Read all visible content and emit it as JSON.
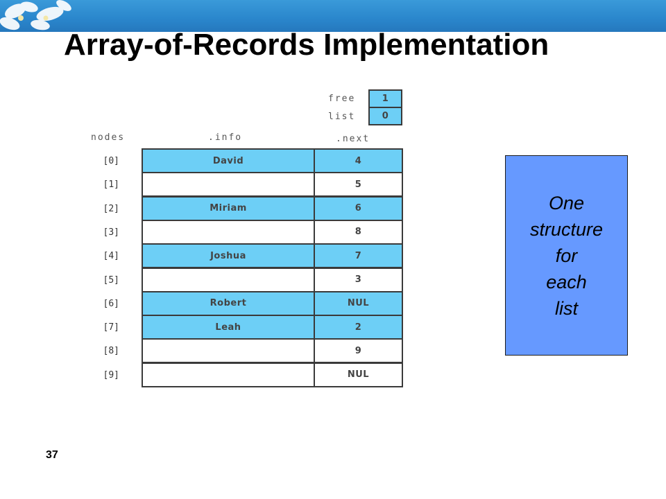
{
  "slide": {
    "title": "Array-of-Records Implementation",
    "page_number": "37"
  },
  "list_heads": {
    "free_label": "free",
    "free_value": "1",
    "list_label": "list",
    "list_value": "0"
  },
  "table": {
    "nodes_label": "nodes",
    "info_label": ".info",
    "next_label": ".next",
    "rows": [
      {
        "index": "[0]",
        "info": "David",
        "next": "4",
        "filled": true
      },
      {
        "index": "[1]",
        "info": "",
        "next": "5",
        "filled": false
      },
      {
        "index": "[2]",
        "info": "Miriam",
        "next": "6",
        "filled": true
      },
      {
        "index": "[3]",
        "info": "",
        "next": "8",
        "filled": false
      },
      {
        "index": "[4]",
        "info": "Joshua",
        "next": "7",
        "filled": true
      },
      {
        "index": "[5]",
        "info": "",
        "next": "3",
        "filled": false
      },
      {
        "index": "[6]",
        "info": "Robert",
        "next": "NUL",
        "filled": true
      },
      {
        "index": "[7]",
        "info": "Leah",
        "next": "2",
        "filled": true
      },
      {
        "index": "[8]",
        "info": "",
        "next": "9",
        "filled": false
      },
      {
        "index": "[9]",
        "info": "",
        "next": "NUL",
        "filled": false
      }
    ]
  },
  "note": {
    "lines": [
      "One",
      "structure",
      "for",
      "each",
      "list"
    ]
  },
  "colors": {
    "filled_cell": "#6dcff6",
    "note_box": "#6699ff",
    "header_bar": "#2a86cc"
  }
}
